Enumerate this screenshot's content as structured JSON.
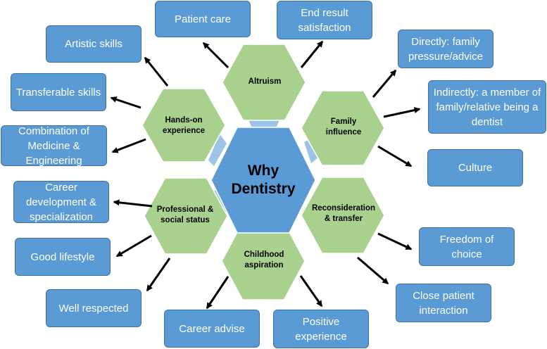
{
  "colors": {
    "outer_box_fill": "#5b9bd5",
    "outer_box_border": "#41719c",
    "theme_hex_fill": "#a9d18e",
    "theme_hex_border": "#ffffff",
    "center_hex_fill": "#5b9bd5",
    "connector_fill": "#9dc3e6",
    "arrow": "#000000"
  },
  "center": {
    "label": "Why Dentistry"
  },
  "themes": [
    {
      "id": "altruism",
      "label": "Altruism",
      "icon": "hexagon"
    },
    {
      "id": "hands-on-experience",
      "label": "Hands-on experience",
      "icon": "hexagon"
    },
    {
      "id": "family-influence",
      "label": "Family influence",
      "icon": "hexagon"
    },
    {
      "id": "professional-social-status",
      "label": "Professional & social status",
      "icon": "hexagon"
    },
    {
      "id": "reconsideration-transfer",
      "label": "Reconsideration & transfer",
      "icon": "hexagon"
    },
    {
      "id": "childhood-aspiration",
      "label": "Childhood aspiration",
      "icon": "hexagon"
    }
  ],
  "subthemes": [
    {
      "id": "patient-care",
      "label": "Patient care",
      "theme": "altruism"
    },
    {
      "id": "end-result-satisfaction",
      "label": "End result satisfaction",
      "theme": "altruism"
    },
    {
      "id": "artistic-skills",
      "label": "Artistic skills",
      "theme": "hands-on-experience"
    },
    {
      "id": "transferable-skills",
      "label": "Transferable skills",
      "theme": "hands-on-experience"
    },
    {
      "id": "combination-medicine-engineering",
      "label": "Combination of Medicine & Engineering",
      "theme": "hands-on-experience"
    },
    {
      "id": "directly-family-pressure",
      "label": "Directly: family pressure/advice",
      "theme": "family-influence"
    },
    {
      "id": "indirectly-family-dentist",
      "label": "Indirectly: a member of family/relative being a dentist",
      "theme": "family-influence"
    },
    {
      "id": "culture",
      "label": "Culture",
      "theme": "family-influence"
    },
    {
      "id": "career-development",
      "label": "Career development & specialization",
      "theme": "professional-social-status"
    },
    {
      "id": "good-lifestyle",
      "label": "Good lifestyle",
      "theme": "professional-social-status"
    },
    {
      "id": "well-respected",
      "label": "Well respected",
      "theme": "professional-social-status"
    },
    {
      "id": "freedom-of-choice",
      "label": "Freedom of choice",
      "theme": "reconsideration-transfer"
    },
    {
      "id": "close-patient-interaction",
      "label": "Close patient interaction",
      "theme": "reconsideration-transfer"
    },
    {
      "id": "career-advise",
      "label": "Career advise",
      "theme": "childhood-aspiration"
    },
    {
      "id": "positive-experience",
      "label": "Positive experience",
      "theme": "childhood-aspiration"
    }
  ]
}
